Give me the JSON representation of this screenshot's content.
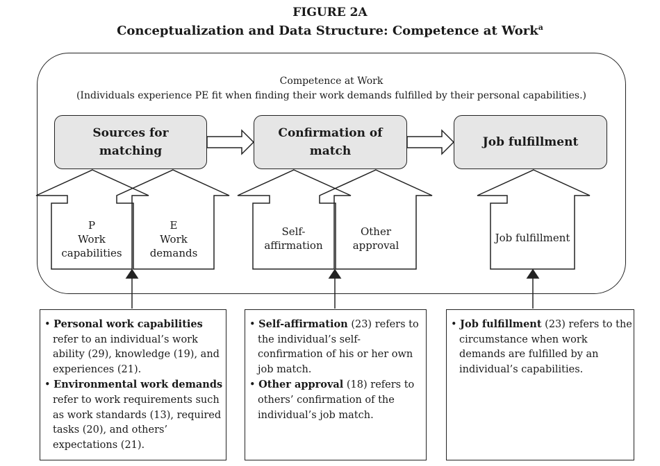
{
  "figure": {
    "number": "FIGURE 2A",
    "title": "Conceptualization and Data Structure: Competence at Work",
    "title_sup": "a"
  },
  "competence": {
    "title": "Competence at Work",
    "subtitle": "(Individuals experience PE fit when finding their work demands fulfilled by their personal capabilities.)"
  },
  "stages": [
    {
      "line1": "Sources for",
      "line2": "matching"
    },
    {
      "line1": "Confirmation of",
      "line2": "match"
    },
    {
      "line1": "Job fulfillment"
    }
  ],
  "components": {
    "p": {
      "tag": "P",
      "line1": "Work",
      "line2": "capabilities"
    },
    "e": {
      "tag": "E",
      "line1": "Work",
      "line2": "demands"
    },
    "self": {
      "line1": "Self-",
      "line2": "affirmation"
    },
    "other": {
      "line1": "Other",
      "line2": "approval"
    },
    "job": {
      "label": "Job fulfillment"
    }
  },
  "notes": {
    "n1": {
      "a_term": "Personal work capabilities",
      "a_text": " refer to an individual’s work ability (29), knowledge (19), and experiences (21).",
      "b_term": "Environmental work demands",
      "b_text": " refer to work requirements such as work standards (13), required tasks (20), and others’ expectations (21)."
    },
    "n2": {
      "a_term": "Self-affirmation",
      "a_text": " (23) refers to the individual’s self-confirmation of his or her own job match.",
      "b_term": "Other approval",
      "b_text": " (18) refers to others’ confirmation of the individual’s job match."
    },
    "n3": {
      "a_term": "Job fulfillment",
      "a_text": " (23) refers to the circumstance when work demands are fulfilled by an individual’s capabilities."
    }
  },
  "bullet": "•"
}
